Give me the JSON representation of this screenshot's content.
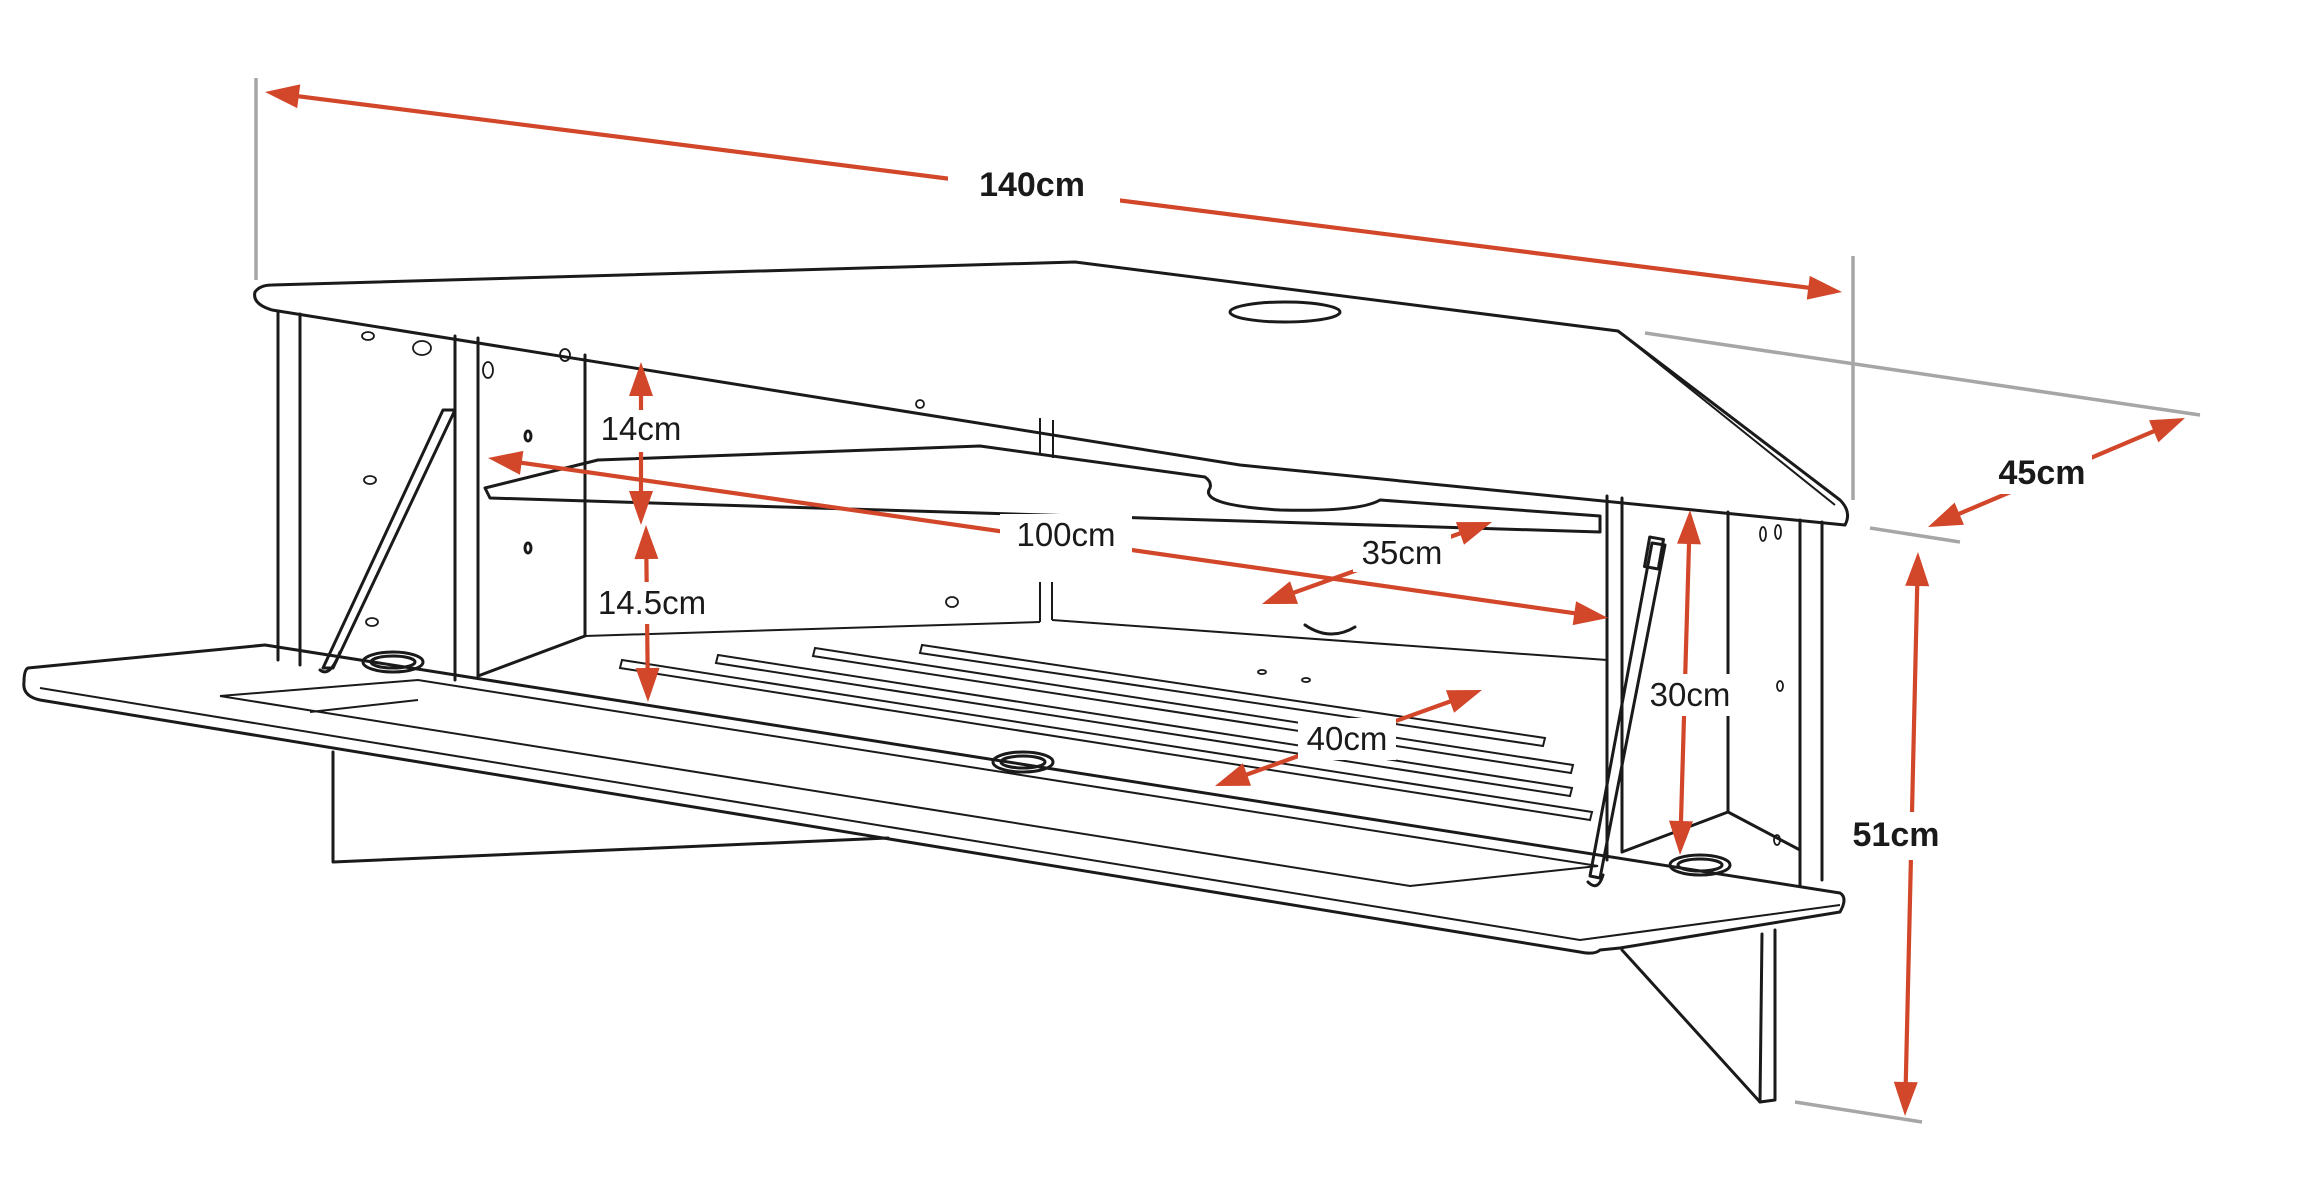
{
  "accent_color": "#d2462a",
  "dimensions": {
    "width_overall": "140cm",
    "depth": "45cm",
    "height": "51cm",
    "inner_width": "100cm",
    "upper_shelf_height": "14cm",
    "lower_shelf_height": "14.5cm",
    "shelf_depth": "35cm",
    "base_depth": "40cm",
    "inner_height": "30cm"
  }
}
